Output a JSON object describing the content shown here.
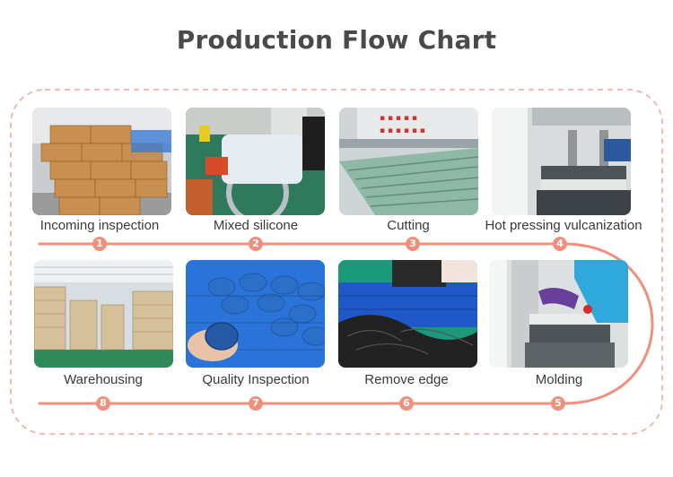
{
  "title": "Production Flow Chart",
  "accent_color": "#f0907c",
  "steps": [
    {
      "number": "1",
      "label": "Incoming inspection",
      "image": "stacked-cardboard-boxes-photo"
    },
    {
      "number": "2",
      "label": "Mixed silicone",
      "image": "silicone-mixing-machine-photo"
    },
    {
      "number": "3",
      "label": "Cutting",
      "image": "silicone-strip-cutting-machine-photo"
    },
    {
      "number": "4",
      "label": "Hot pressing vulcanization",
      "image": "hot-press-machine-photo"
    },
    {
      "number": "5",
      "label": "Molding",
      "image": "worker-at-molding-press-photo"
    },
    {
      "number": "6",
      "label": "Remove edge",
      "image": "black-silicone-parts-in-basket-photo"
    },
    {
      "number": "7",
      "label": "Quality Inspection",
      "image": "blue-silicone-discs-in-basket-photo"
    },
    {
      "number": "8",
      "label": "Warehousing",
      "image": "warehouse-shelves-photo"
    }
  ]
}
